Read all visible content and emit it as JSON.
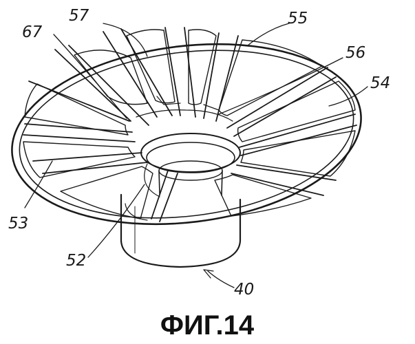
{
  "figure": {
    "caption": "ФИГ.14",
    "reference_numerals": [
      "57",
      "55",
      "67",
      "56",
      "54",
      "53",
      "52",
      "40"
    ]
  }
}
